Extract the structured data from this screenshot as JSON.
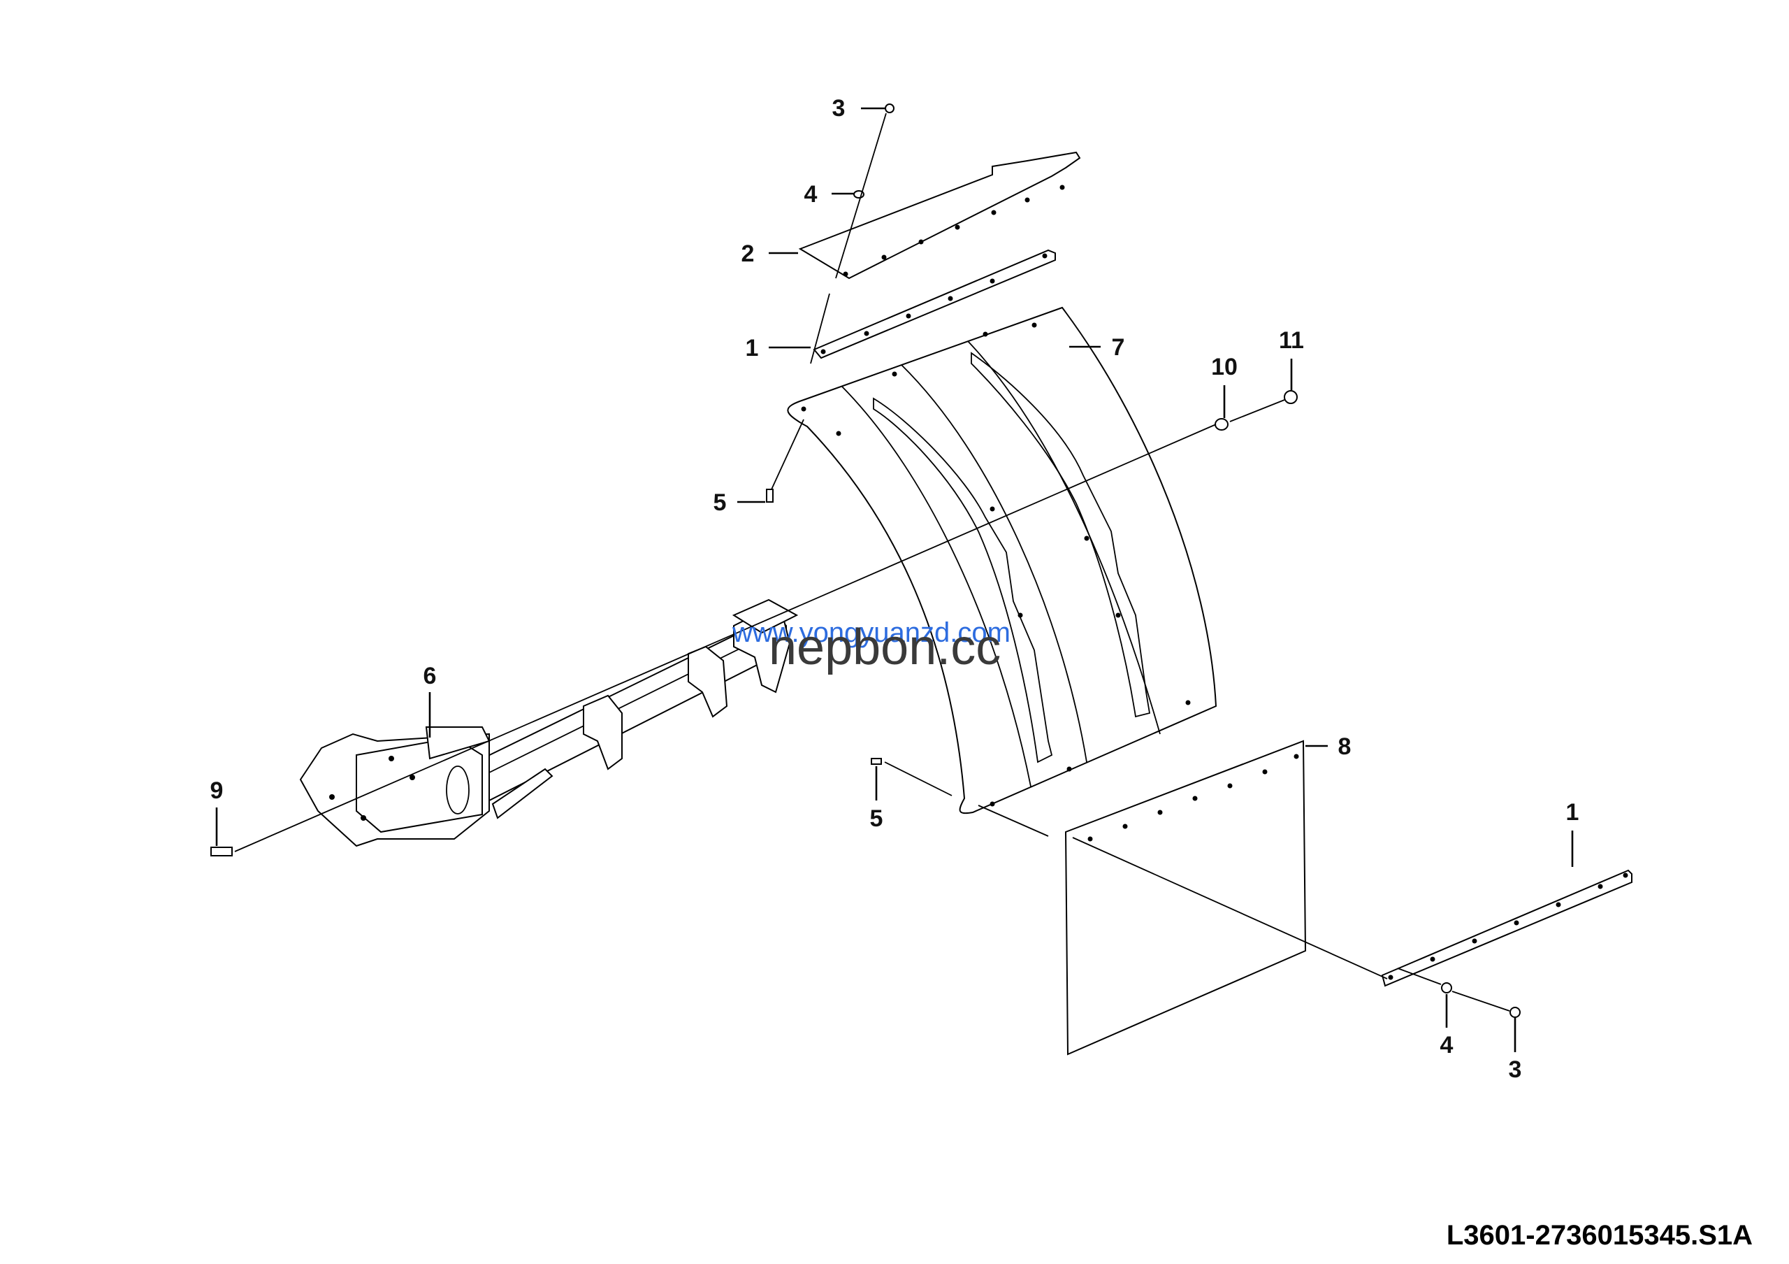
{
  "drawing": {
    "code": "L3601-2736015345.S1A",
    "watermark_primary": "nepbon.cc",
    "watermark_secondary": "www.yongyuanzd.com"
  },
  "callouts": [
    {
      "id": "c3a",
      "label": "3"
    },
    {
      "id": "c4a",
      "label": "4"
    },
    {
      "id": "c2",
      "label": "2"
    },
    {
      "id": "c1a",
      "label": "1"
    },
    {
      "id": "c7",
      "label": "7"
    },
    {
      "id": "c10",
      "label": "10"
    },
    {
      "id": "c11",
      "label": "11"
    },
    {
      "id": "c5a",
      "label": "5"
    },
    {
      "id": "c6",
      "label": "6"
    },
    {
      "id": "c9",
      "label": "9"
    },
    {
      "id": "c8",
      "label": "8"
    },
    {
      "id": "c5b",
      "label": "5"
    },
    {
      "id": "c1b",
      "label": "1"
    },
    {
      "id": "c4b",
      "label": "4"
    },
    {
      "id": "c3b",
      "label": "3"
    }
  ]
}
